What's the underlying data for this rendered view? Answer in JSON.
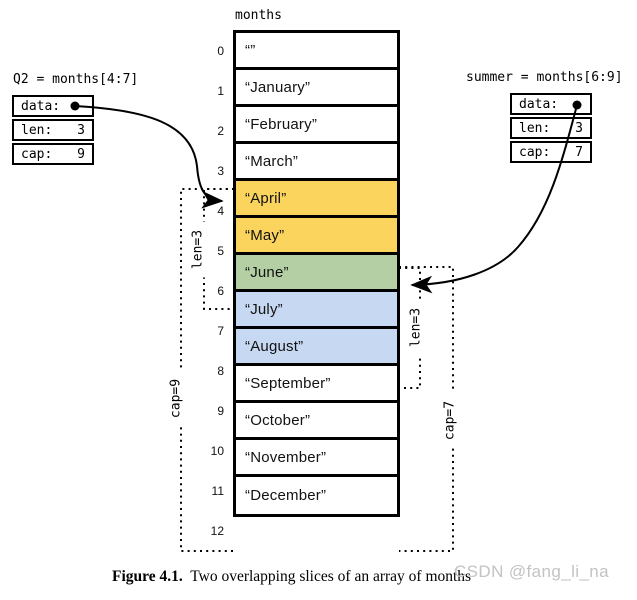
{
  "colors": {
    "yellow": "#FBD45E",
    "green": "#B3CFA3",
    "blue": "#C7D8F2",
    "white": "#FFFFFF",
    "watermark_gray": "#C3C3C3",
    "line_black": "#000000"
  },
  "array": {
    "title": "months",
    "cells": [
      {
        "index": "0",
        "text": "“”",
        "color": "white"
      },
      {
        "index": "1",
        "text": "“January”",
        "color": "white"
      },
      {
        "index": "2",
        "text": "“February”",
        "color": "white"
      },
      {
        "index": "3",
        "text": "“March”",
        "color": "white"
      },
      {
        "index": "4",
        "text": "“April”",
        "color": "yellow"
      },
      {
        "index": "5",
        "text": "“May”",
        "color": "yellow"
      },
      {
        "index": "6",
        "text": "“June”",
        "color": "green"
      },
      {
        "index": "7",
        "text": "“July”",
        "color": "blue"
      },
      {
        "index": "8",
        "text": "“August”",
        "color": "blue"
      },
      {
        "index": "9",
        "text": "“September”",
        "color": "white"
      },
      {
        "index": "10",
        "text": "“October”",
        "color": "white"
      },
      {
        "index": "11",
        "text": "“November”",
        "color": "white"
      },
      {
        "index": "12",
        "text": "“December”",
        "color": "white"
      }
    ]
  },
  "slices": {
    "q2": {
      "label": "Q2 = months[4:7]",
      "fields": [
        {
          "name": "data:",
          "value": "",
          "pointer": true
        },
        {
          "name": "len:",
          "value": "3"
        },
        {
          "name": "cap:",
          "value": "9"
        }
      ]
    },
    "summer": {
      "label": "summer = months[6:9]",
      "fields": [
        {
          "name": "data:",
          "value": "",
          "pointer": true
        },
        {
          "name": "len:",
          "value": "3"
        },
        {
          "name": "cap:",
          "value": "7"
        }
      ]
    }
  },
  "brackets": {
    "left_len": "len=3",
    "left_cap": "cap=9",
    "right_len": "len=3",
    "right_cap": "cap=7"
  },
  "caption": {
    "figure": "Figure 4.1.",
    "text": "Two overlapping slices of an array of months"
  },
  "watermark": "CSDN @fang_li_na"
}
